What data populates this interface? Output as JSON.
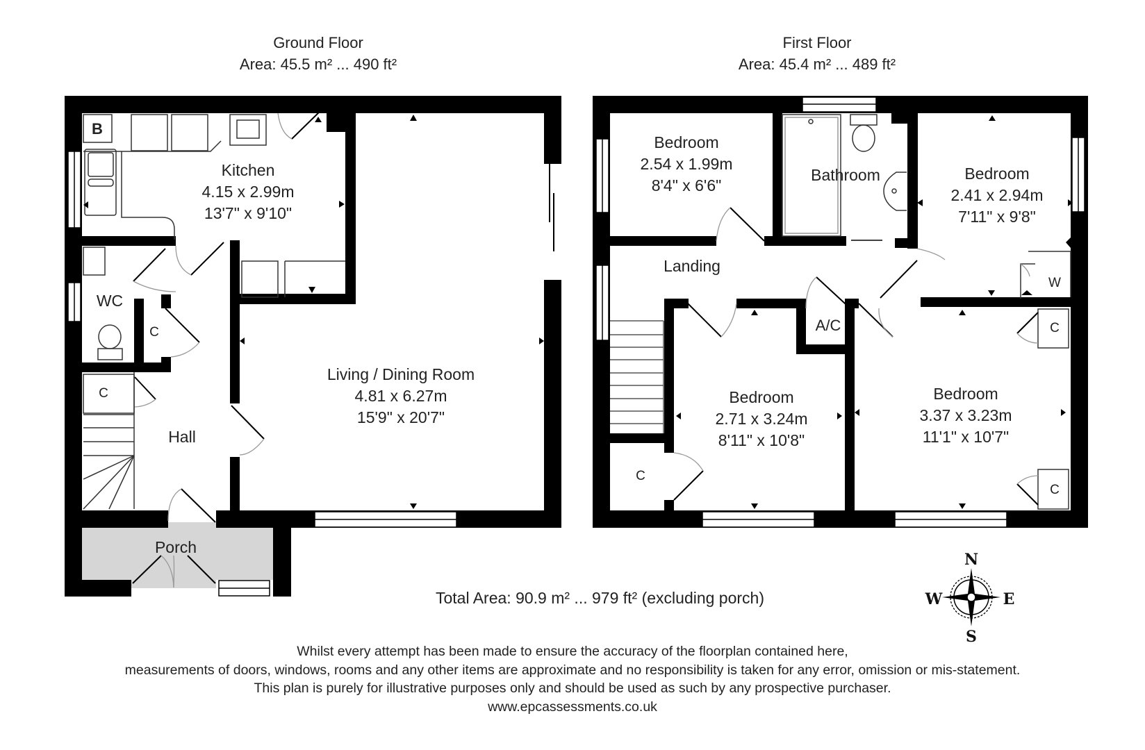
{
  "ground_floor": {
    "title": "Ground Floor",
    "area": "Area: 45.5 m² ... 490 ft²",
    "rooms": {
      "kitchen": {
        "name": "Kitchen",
        "metric": "4.15 x 2.99m",
        "imperial": "13'7\" x 9'10\""
      },
      "living": {
        "name": "Living / Dining Room",
        "metric": "4.81 x 6.27m",
        "imperial": "15'9\" x 20'7\""
      },
      "wc": {
        "name": "WC"
      },
      "hall": {
        "name": "Hall"
      },
      "porch": {
        "name": "Porch"
      },
      "cupboard_wc": {
        "name": "C"
      },
      "cupboard_stairs": {
        "name": "C"
      }
    },
    "fixtures": {
      "boiler": "B"
    }
  },
  "first_floor": {
    "title": "First Floor",
    "area": "Area: 45.4 m² ... 489 ft²",
    "rooms": {
      "bedroom_small": {
        "name": "Bedroom",
        "metric": "2.54 x 1.99m",
        "imperial": "8'4\" x 6'6\""
      },
      "bathroom": {
        "name": "Bathroom"
      },
      "bedroom_ne": {
        "name": "Bedroom",
        "metric": "2.41 x 2.94m",
        "imperial": "7'11\" x 9'8\""
      },
      "landing": {
        "name": "Landing"
      },
      "airing_cupboard": {
        "name": "A/C"
      },
      "bedroom_mid": {
        "name": "Bedroom",
        "metric": "2.71 x 3.24m",
        "imperial": "8'11\" x 10'8\""
      },
      "bedroom_se": {
        "name": "Bedroom",
        "metric": "3.37 x 3.23m",
        "imperial": "11'1\" x 10'7\""
      },
      "wardrobe": {
        "name": "W"
      },
      "cupboard_landing": {
        "name": "C"
      },
      "cupboard_se_top": {
        "name": "C"
      },
      "cupboard_se_bottom": {
        "name": "C"
      }
    }
  },
  "total_area": "Total Area: 90.9 m² ... 979 ft² (excluding porch)",
  "compass": {
    "n": "N",
    "e": "E",
    "s": "S",
    "w": "W"
  },
  "disclaimer": {
    "line1": "Whilst every attempt has been made to ensure the accuracy of the floorplan contained here,",
    "line2": "measurements of doors, windows, rooms and any other items are approximate and no responsibility is taken for any error, omission or mis-statement.",
    "line3": "This plan is purely for illustrative purposes only and should be used as such by any prospective purchaser.",
    "website": "www.epcassessments.co.uk"
  },
  "colors": {
    "wall": "#000000",
    "porch_fill": "#d6d6d6",
    "door_arc": "#999999"
  }
}
